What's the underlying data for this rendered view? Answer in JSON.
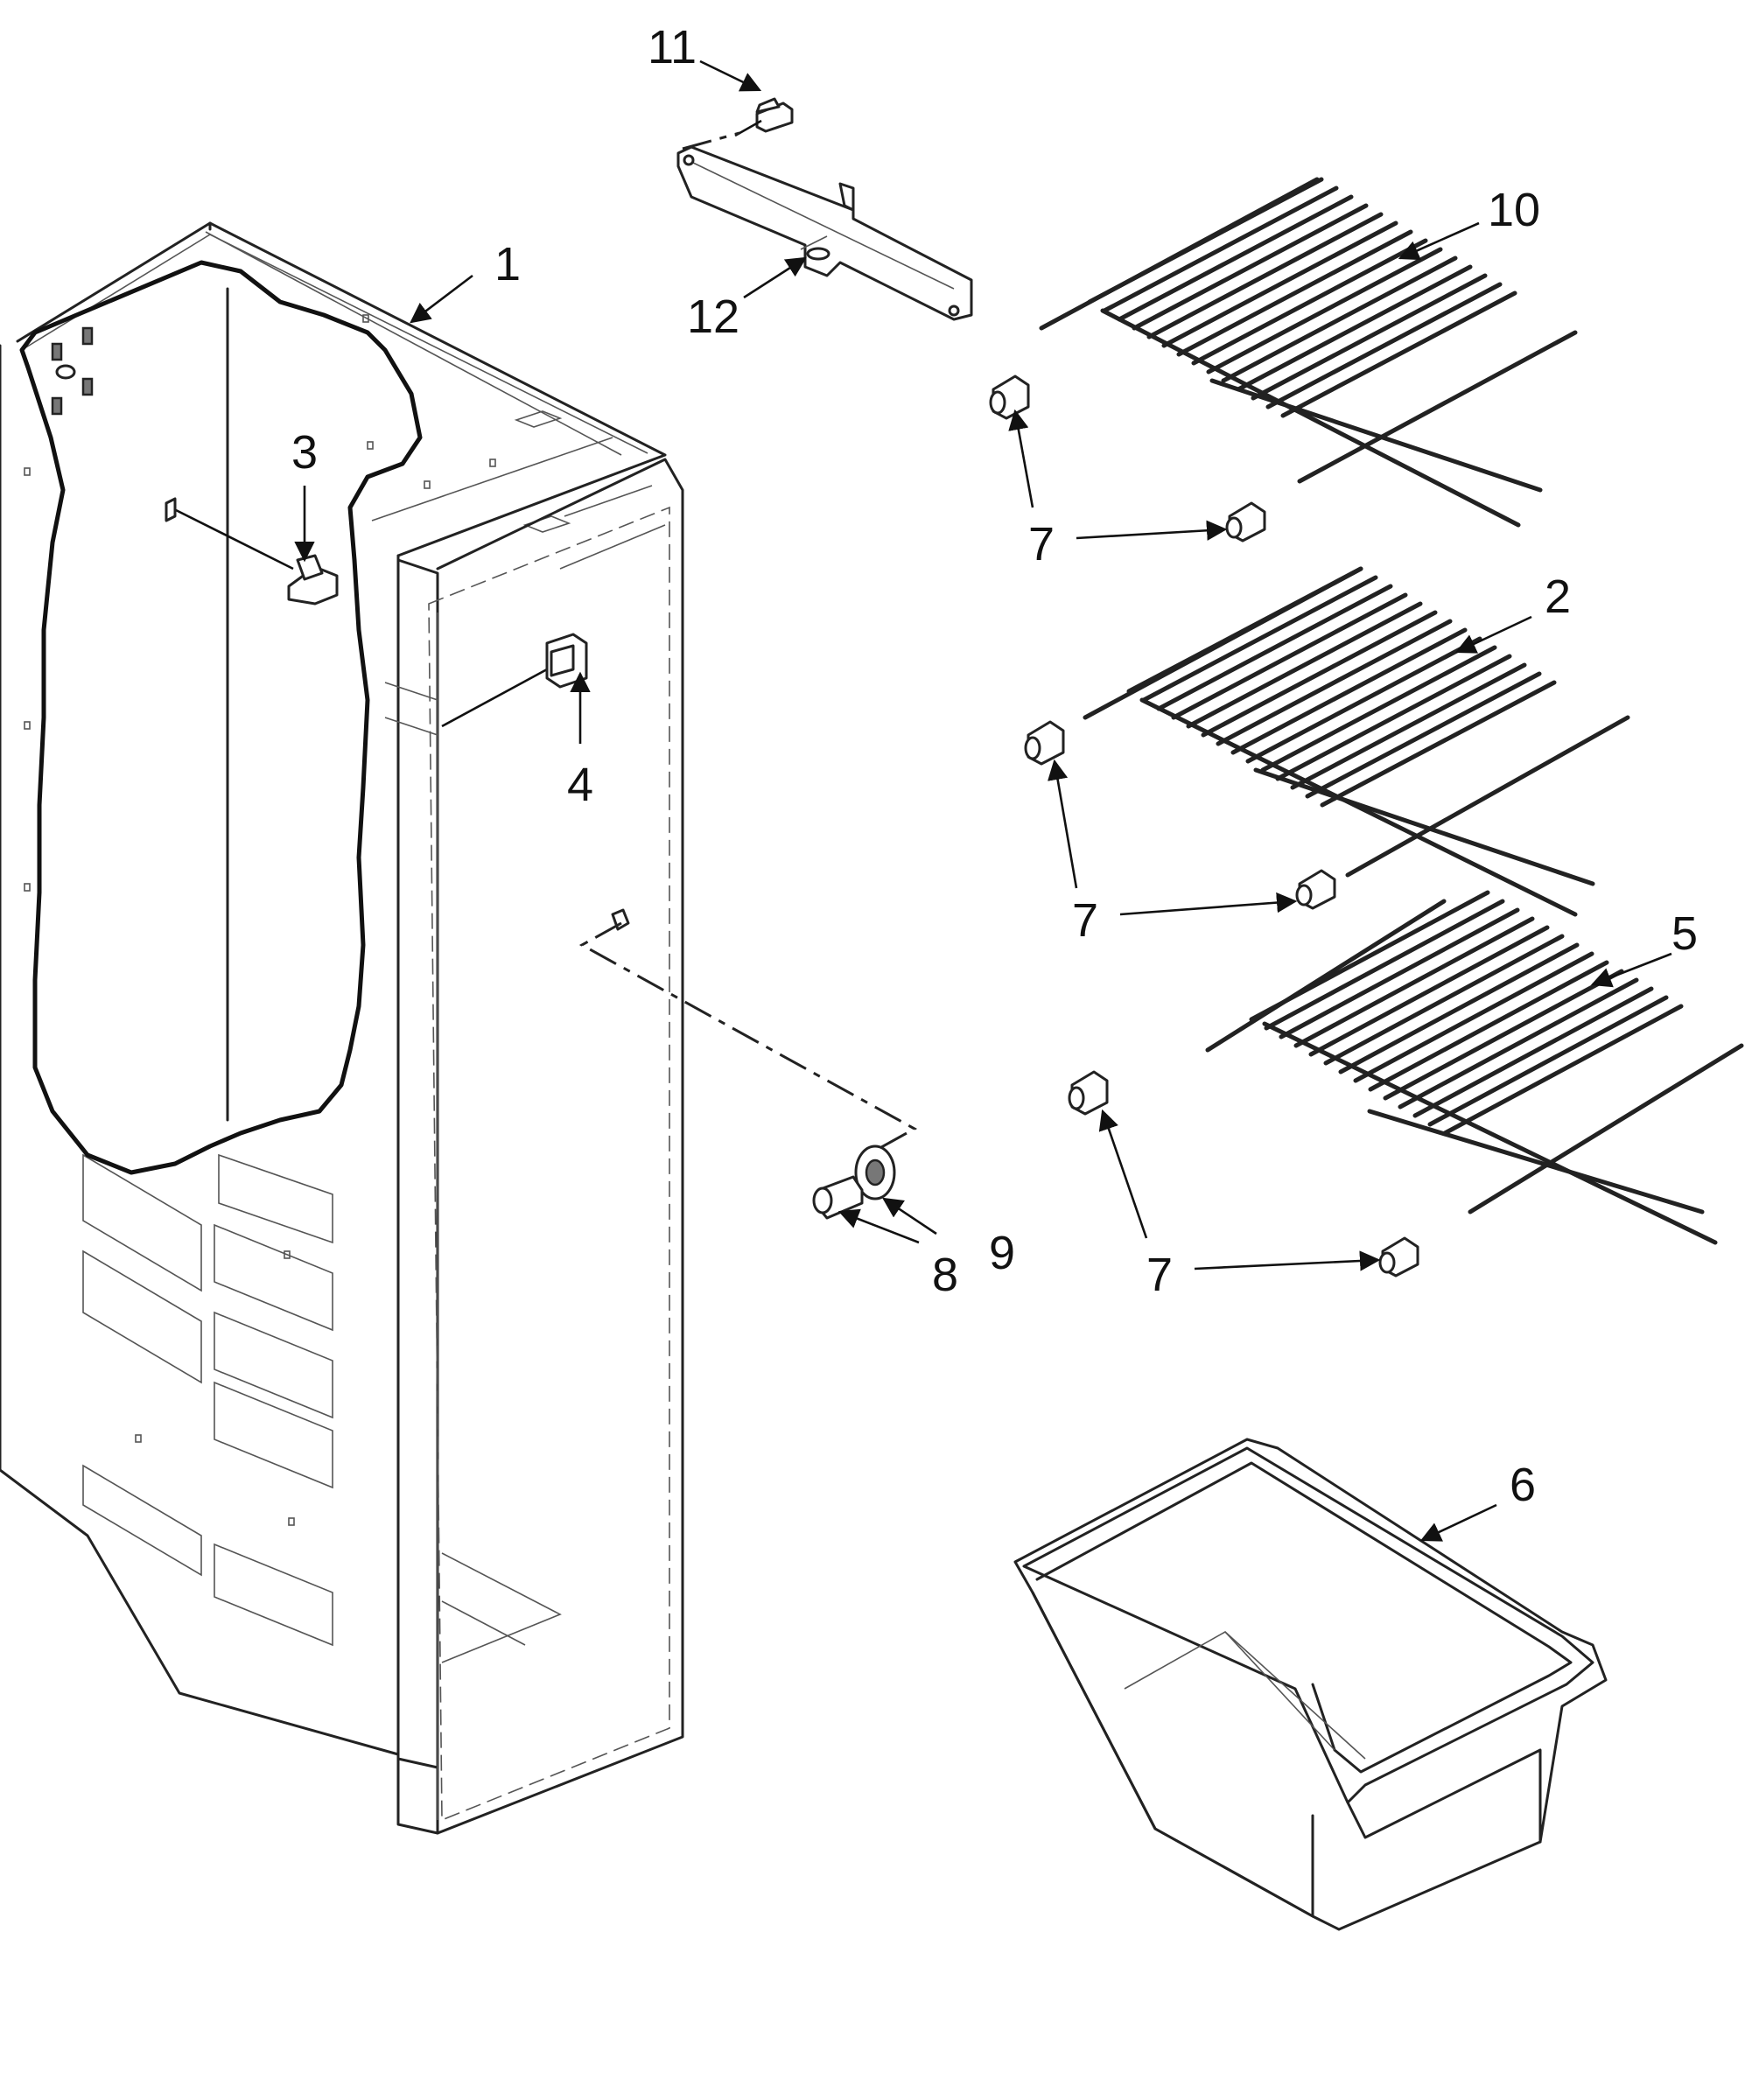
{
  "diagram": {
    "callouts": {
      "c1": "1",
      "c2": "2",
      "c3": "3",
      "c4": "4",
      "c5": "5",
      "c6": "6",
      "c7a": "7",
      "c7b": "7",
      "c7c": "7",
      "c8": "8",
      "c9": "9",
      "c10": "10",
      "c11": "11",
      "c12": "12"
    }
  }
}
